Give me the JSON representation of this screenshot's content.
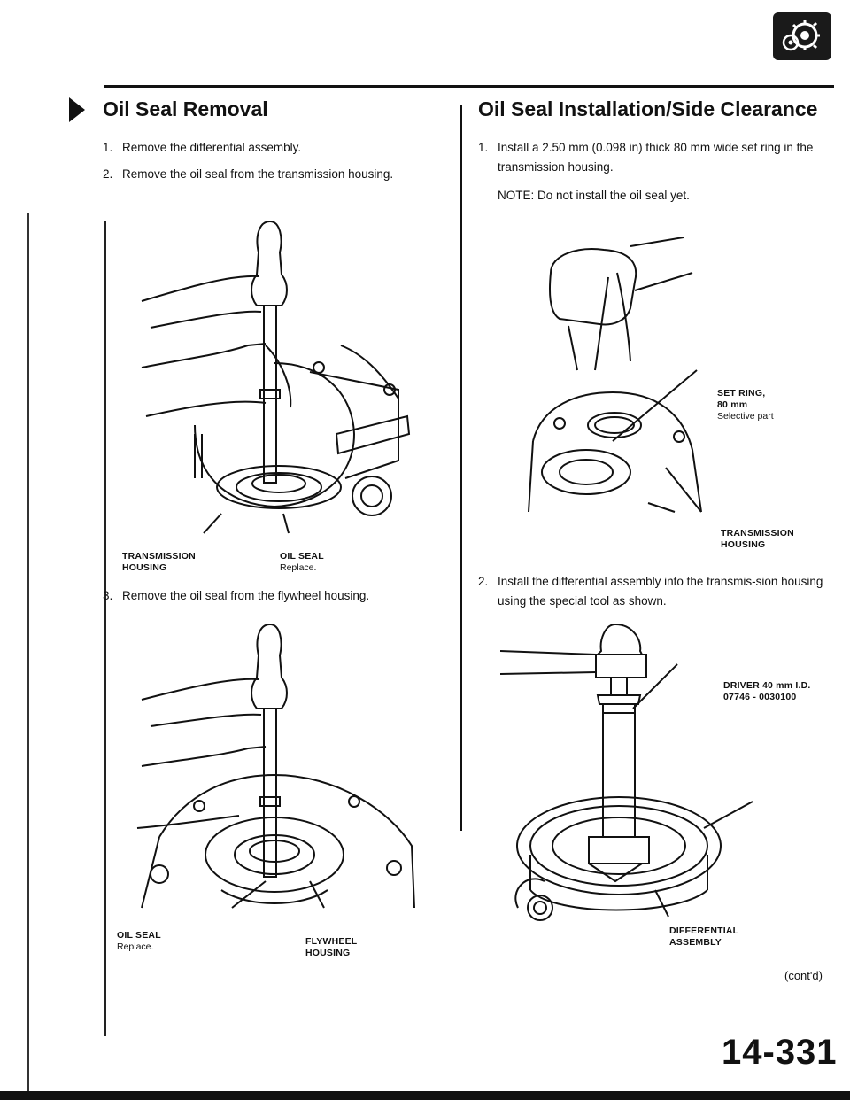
{
  "header": {
    "badge_icon": "transmission-gear-icon"
  },
  "left": {
    "title": "Oil Seal Removal",
    "steps": [
      {
        "num": "1.",
        "text": "Remove the differential assembly."
      },
      {
        "num": "2.",
        "text": "Remove the oil seal from the transmission housing."
      },
      {
        "num": "3.",
        "text": "Remove the oil seal from the flywheel housing."
      }
    ],
    "fig1": {
      "label_housing": [
        "TRANSMISSION",
        "HOUSING"
      ],
      "label_seal": "OIL SEAL",
      "label_seal_note": "Replace."
    },
    "fig2": {
      "label_seal": "OIL SEAL",
      "label_seal_note": "Replace.",
      "label_housing": [
        "FLYWHEEL",
        "HOUSING"
      ]
    }
  },
  "right": {
    "title": "Oil Seal Installation/Side Clearance",
    "steps": [
      {
        "num": "1.",
        "text": "Install a 2.50 mm (0.098 in) thick 80 mm wide set ring in the transmission housing."
      },
      {
        "num": "2.",
        "text": "Install the differential assembly into the transmis-sion housing using the special tool as shown."
      }
    ],
    "note": "NOTE:  Do not install the oil seal yet.",
    "fig1": {
      "label_ring": [
        "SET RING,",
        "80 mm"
      ],
      "label_ring_note": "Selective part",
      "label_housing": [
        "TRANSMISSION",
        "HOUSING"
      ]
    },
    "fig2": {
      "label_driver": [
        "DRIVER 40 mm I.D.",
        "07746 - 0030100"
      ],
      "label_assembly": [
        "DIFFERENTIAL",
        "ASSEMBLY"
      ]
    },
    "contd": "(cont'd)"
  },
  "footer": {
    "page_number": "14-331"
  }
}
